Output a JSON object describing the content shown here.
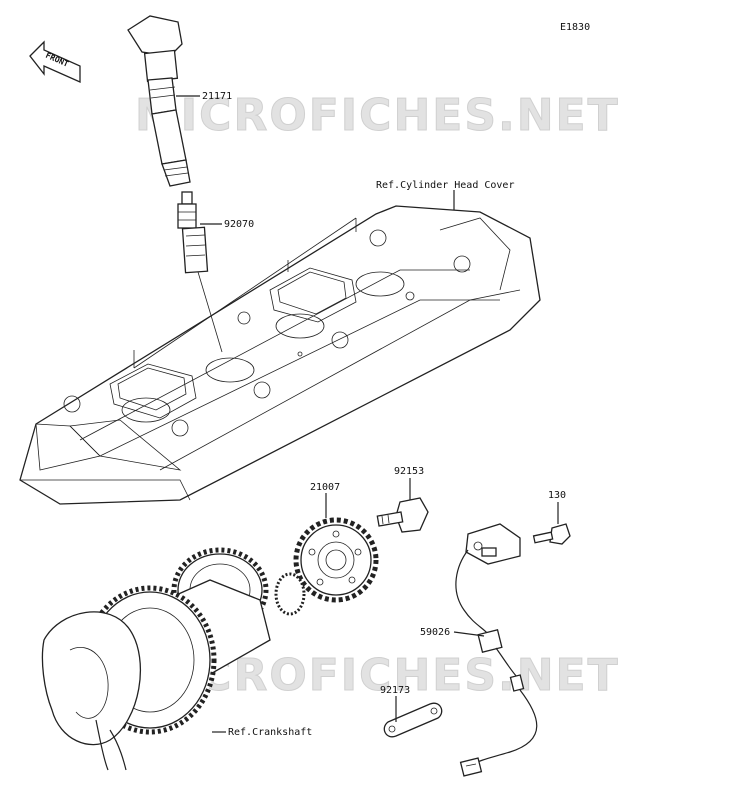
{
  "diagram": {
    "code": "E1830",
    "front_label": "FRONT",
    "watermark": "MICROFICHES.NET",
    "parts": [
      {
        "number": "21171"
      },
      {
        "number": "92070"
      },
      {
        "number": "21007"
      },
      {
        "number": "92153"
      },
      {
        "number": "130"
      },
      {
        "number": "59026"
      },
      {
        "number": "92173"
      }
    ],
    "references": [
      {
        "text": "Ref.Cylinder Head Cover"
      },
      {
        "text": "Ref.Crankshaft"
      }
    ]
  }
}
